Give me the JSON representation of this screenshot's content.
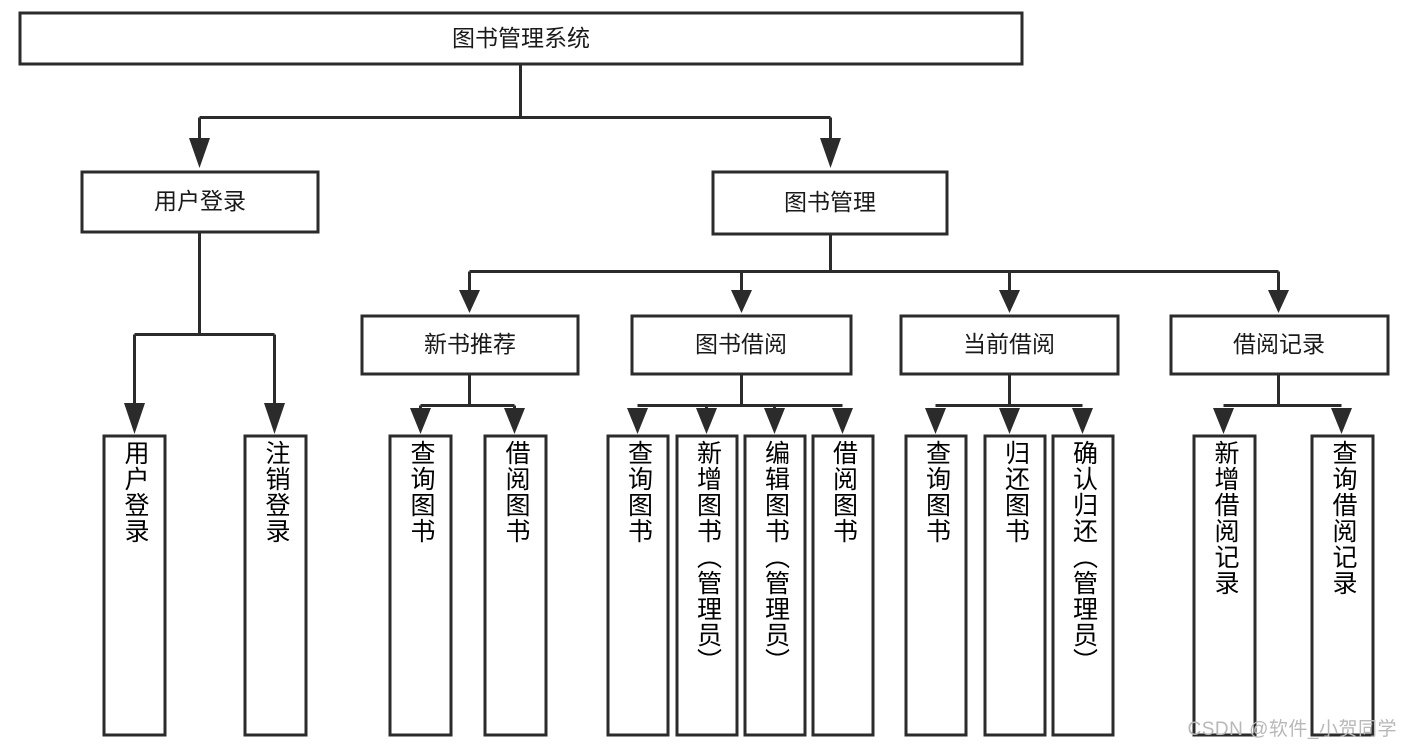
{
  "diagram": {
    "type": "tree",
    "orientation": "top-down",
    "title": "图书管理系统",
    "colors": {
      "box_fill": "#ffffff",
      "box_stroke": "#2b2b2b",
      "text": "#1a1a1a",
      "watermark": "#b8b8b8",
      "background": "#ffffff"
    },
    "root": {
      "label": "图书管理系统"
    },
    "level2": [
      {
        "label": "用户登录"
      },
      {
        "label": "图书管理"
      }
    ],
    "level3": [
      {
        "label": "新书推荐"
      },
      {
        "label": "图书借阅"
      },
      {
        "label": "当前借阅"
      },
      {
        "label": "借阅记录"
      }
    ],
    "leaves": {
      "user_login": [
        {
          "label": "用户登录"
        },
        {
          "label": "注销登录"
        }
      ],
      "new_book_recommend": [
        {
          "label": "查询图书"
        },
        {
          "label": "借阅图书"
        }
      ],
      "book_borrow": [
        {
          "label": "查询图书"
        },
        {
          "label": "新增图书（管理员）"
        },
        {
          "label": "编辑图书（管理员）"
        },
        {
          "label": "借阅图书"
        }
      ],
      "current_borrow": [
        {
          "label": "查询图书"
        },
        {
          "label": "归还图书"
        },
        {
          "label": "确认归还（管理员）"
        }
      ],
      "borrow_record": [
        {
          "label": "新增借阅记录"
        },
        {
          "label": "查询借阅记录"
        }
      ]
    }
  },
  "watermark": {
    "text": "CSDN @软件_小贺同学"
  }
}
